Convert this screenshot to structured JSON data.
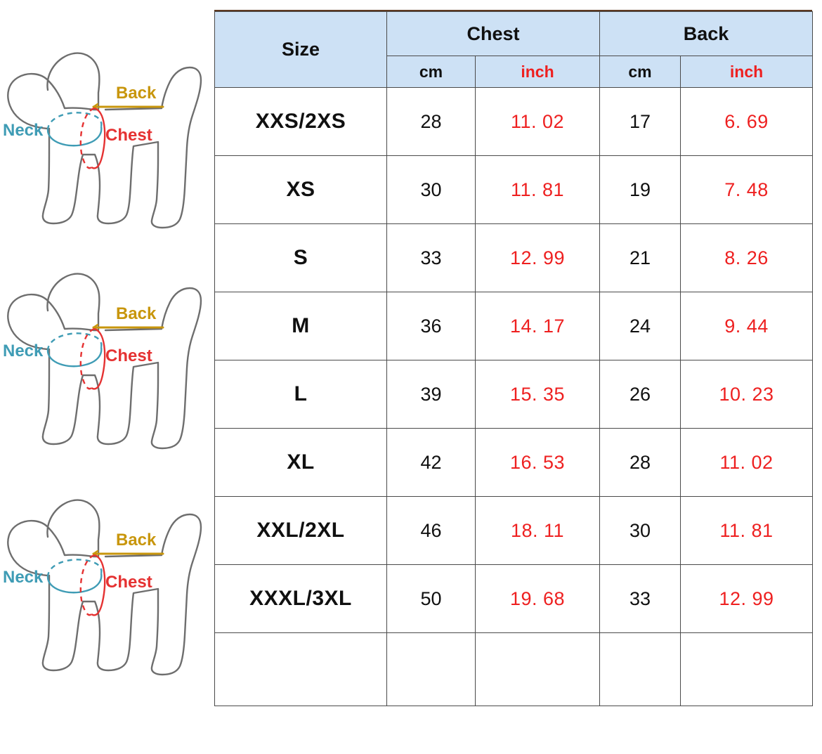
{
  "table": {
    "header_top": [
      {
        "label": "Size",
        "span": 1
      },
      {
        "label": "Chest",
        "span": 2
      },
      {
        "label": "Back",
        "span": 2
      }
    ],
    "header_units": {
      "size_spacer": "",
      "chest_cm": "cm",
      "chest_inch": "inch",
      "back_cm": "cm",
      "back_inch": "inch"
    },
    "rows": [
      {
        "size": "XXS/2XS",
        "chest_cm": "28",
        "chest_inch": "11. 02",
        "back_cm": "17",
        "back_inch": "6. 69"
      },
      {
        "size": "XS",
        "chest_cm": "30",
        "chest_inch": "11. 81",
        "back_cm": "19",
        "back_inch": "7. 48"
      },
      {
        "size": "S",
        "chest_cm": "33",
        "chest_inch": "12. 99",
        "back_cm": "21",
        "back_inch": "8. 26"
      },
      {
        "size": "M",
        "chest_cm": "36",
        "chest_inch": "14. 17",
        "back_cm": "24",
        "back_inch": "9. 44"
      },
      {
        "size": "L",
        "chest_cm": "39",
        "chest_inch": "15. 35",
        "back_cm": "26",
        "back_inch": "10. 23"
      },
      {
        "size": "XL",
        "chest_cm": "42",
        "chest_inch": "16. 53",
        "back_cm": "28",
        "back_inch": "11. 02"
      },
      {
        "size": "XXL/2XL",
        "chest_cm": "46",
        "chest_inch": "18. 11",
        "back_cm": "30",
        "back_inch": "11. 81"
      },
      {
        "size": "XXXL/3XL",
        "chest_cm": "50",
        "chest_inch": "19. 68",
        "back_cm": "33",
        "back_inch": "12. 99"
      },
      {
        "size": "",
        "chest_cm": "",
        "chest_inch": "",
        "back_cm": "",
        "back_inch": ""
      }
    ]
  },
  "diagram": {
    "labels": {
      "back": "Back",
      "neck": "Neck",
      "chest": "Chest"
    }
  },
  "colors": {
    "header_background": "#cde1f5",
    "inch_text": "#ee2020",
    "cm_text": "#101010",
    "grid_line": "#4a4a4a",
    "top_accent": "#5e3a22",
    "dog_outline": "#6e6e6e",
    "back_label": "#c8960c",
    "neck_label": "#3f9cb5",
    "chest_label": "#e53232"
  }
}
